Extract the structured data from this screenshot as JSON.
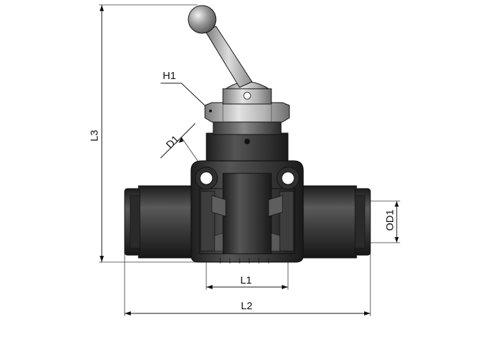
{
  "dimensions": {
    "h1": "H1",
    "d1": "D1",
    "l3": "L3",
    "od1": "OD1",
    "l1": "L1",
    "l2": "L2"
  },
  "colors": {
    "body_dark": "#2b2b2b",
    "body_mid": "#4a4a4a",
    "metal_light": "#c9c9c9",
    "metal_mid": "#8e8e8e",
    "line": "#111111"
  }
}
